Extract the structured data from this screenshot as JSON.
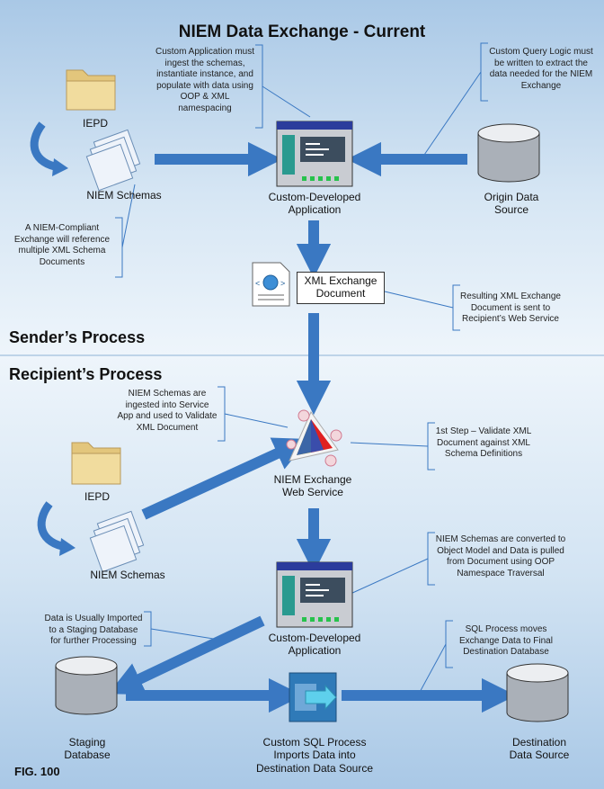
{
  "title": "NIEM Data Exchange - Current",
  "sections": {
    "sender": "Sender’s Process",
    "recipient": "Recipient’s Process"
  },
  "labels": {
    "iepd_top": "IEPD",
    "niem_schemas_top": "NIEM Schemas",
    "custom_app_top": "Custom-Developed Application",
    "origin_ds": "Origin Data Source",
    "xml_doc": "XML Exchange Document",
    "web_service": "NIEM Exchange Web Service",
    "iepd_bottom": "IEPD",
    "niem_schemas_bottom": "NIEM Schemas",
    "custom_app_bottom": "Custom-Developed Application",
    "staging_db": "Staging Database",
    "sql_process": "Custom SQL Process Imports Data into Destination Data Source",
    "destination_ds": "Destination Data Source"
  },
  "notes": {
    "custom_app": "Custom Application must ingest the schemas, instantiate instance, and populate with data using OOP & XML namespacing",
    "query_logic": "Custom Query Logic must be written to extract the data needed for the NIEM Exchange",
    "niem_compliant": "A NIEM-Compliant Exchange will reference multiple XML Schema Documents",
    "resulting_xml": "Resulting XML Exchange Document is sent to Recipient’s Web Service",
    "schemas_ingested": "NIEM Schemas are ingested into Service App and used to Validate XML Document",
    "first_step": "1st Step – Validate XML Document against XML Schema Definitions",
    "schemas_converted": "NIEM Schemas are converted to Object Model and Data is pulled from Document using OOP Namespace Traversal",
    "staging_note": "Data is Usually Imported to a Staging Database for further Processing",
    "sql_moves": "SQL Process moves Exchange Data to Final Destination Database"
  },
  "fig_label": "FIG. 100",
  "colors": {
    "arrow": "#3a78c2",
    "bg_top": "#b9d3ea",
    "bg_bottom": "#d9e8f5"
  },
  "icons": [
    "folder-icon",
    "documents-icon",
    "application-window-icon",
    "database-icon",
    "xml-document-icon",
    "web-service-icon",
    "sql-process-icon",
    "curved-arrow-icon"
  ]
}
